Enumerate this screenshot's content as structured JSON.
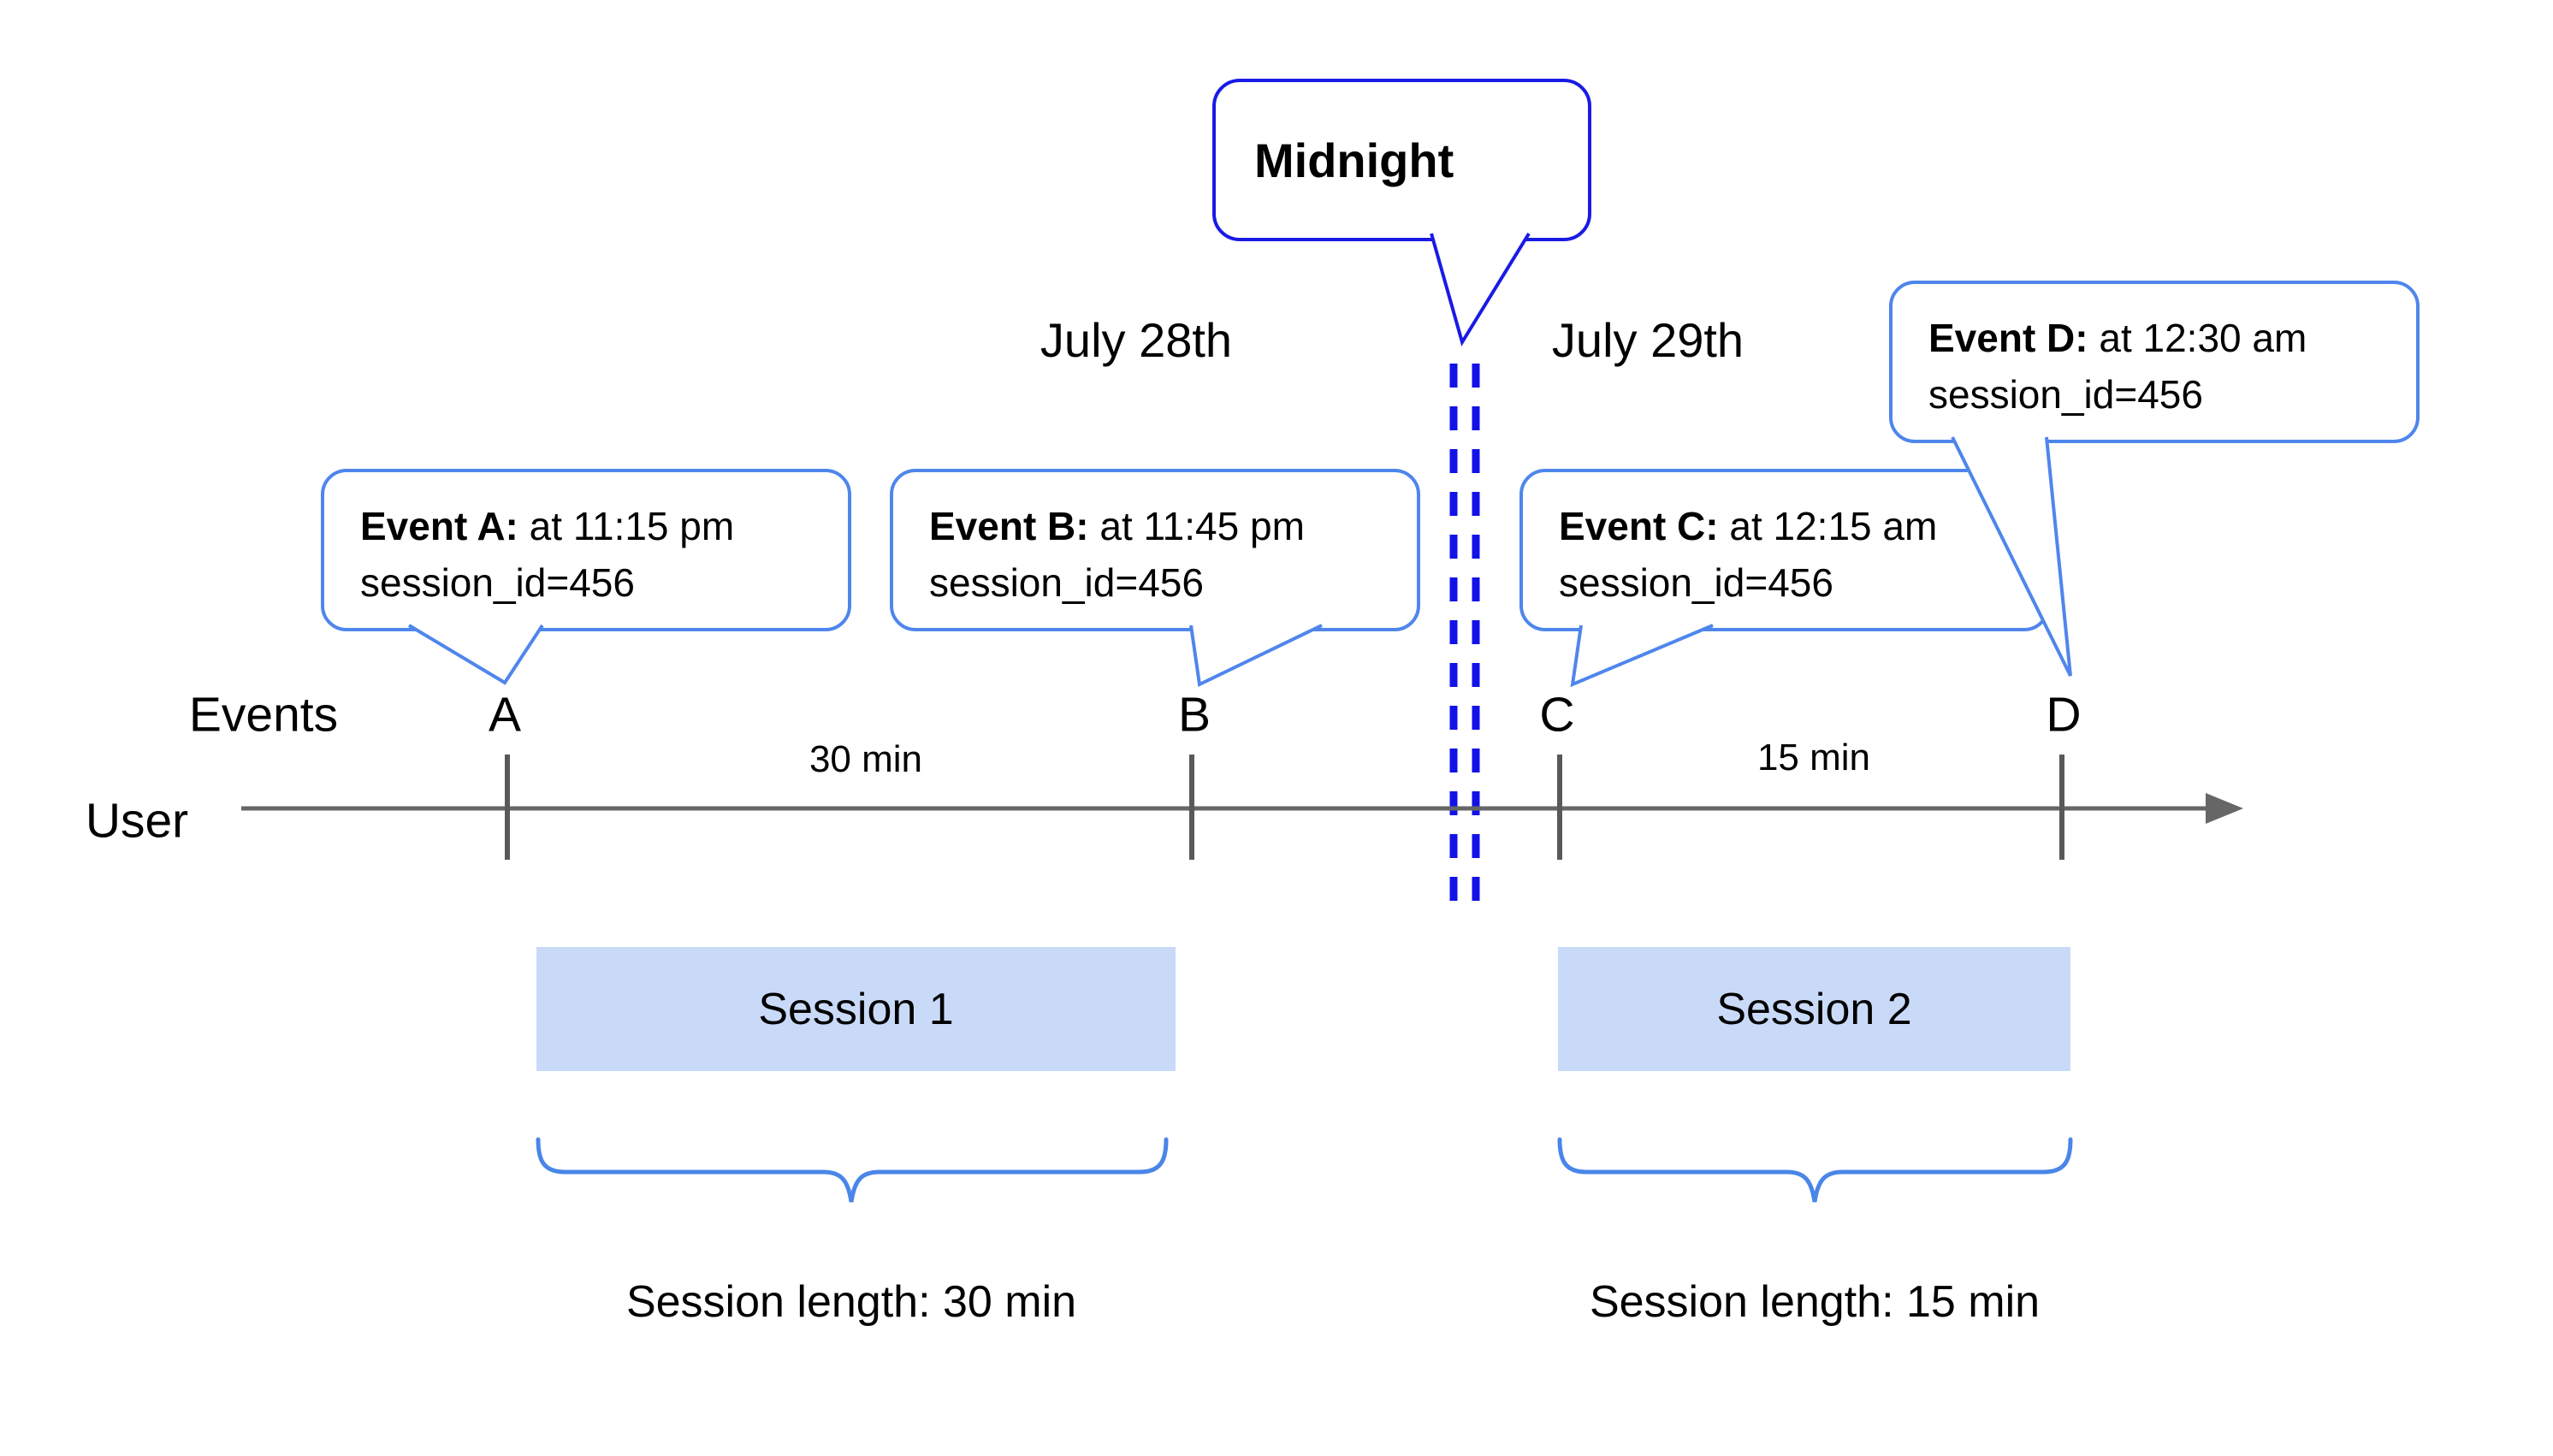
{
  "title_bubble": {
    "label": "Midnight"
  },
  "dates": {
    "left": "July 28th",
    "right": "July 29th"
  },
  "events": [
    {
      "name": "Event A:",
      "detail": " at 11:15 pm",
      "session": "session_id=456"
    },
    {
      "name": "Event B:",
      "detail": " at 11:45 pm",
      "session": "session_id=456"
    },
    {
      "name": "Event C:",
      "detail": " at 12:15 am",
      "session": "session_id=456"
    },
    {
      "name": "Event D:",
      "detail": " at 12:30 am",
      "session": "session_id=456"
    }
  ],
  "axis": {
    "events_label": "Events",
    "user_label": "User",
    "tick_labels": [
      "A",
      "B",
      "C",
      "D"
    ],
    "interval_left": "30 min",
    "interval_right": "15 min"
  },
  "sessions": [
    {
      "label": "Session 1",
      "length_label": "Session length: 30 min"
    },
    {
      "label": "Session 2",
      "length_label": "Session length: 15 min"
    }
  ],
  "colors": {
    "midnight_outline": "#1a1ae6",
    "midnight_line": "#1212e8",
    "callout": "#4f86ec",
    "brace": "#4a86e8",
    "session_fill": "#c9daf8",
    "axis": "#666666",
    "tick": "#595959",
    "text": "#000000"
  }
}
